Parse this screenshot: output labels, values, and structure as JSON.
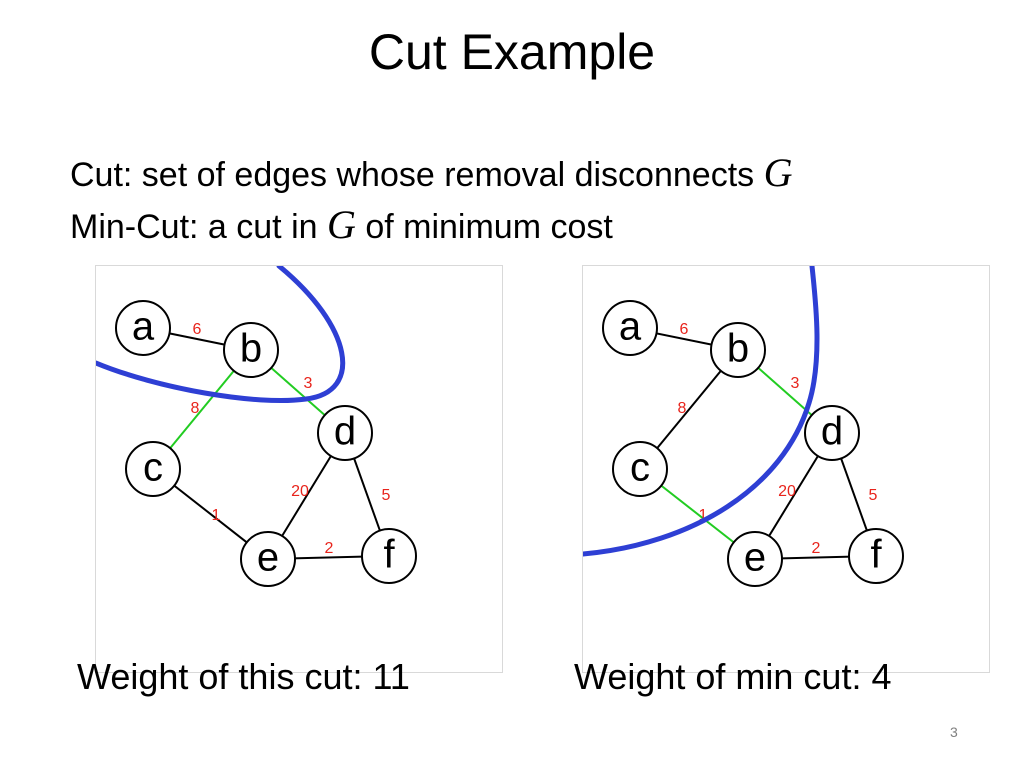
{
  "slide": {
    "title": "Cut Example",
    "bullet1": "Cut: set of edges whose removal disconnects ",
    "bullet2a": "Min-Cut: a cut in ",
    "bullet2b": " of minimum cost",
    "graph_symbol": "G",
    "slide_number": "3"
  },
  "colors": {
    "cut_curve": "#2e3fd4",
    "cut_edge": "#22cc22",
    "edge": "#000000",
    "weight_label": "#e8241c"
  },
  "graph": {
    "nodes": [
      "a",
      "b",
      "c",
      "d",
      "e",
      "f"
    ],
    "edges": [
      {
        "from": "a",
        "to": "b",
        "weight": "6"
      },
      {
        "from": "b",
        "to": "c",
        "weight": "8"
      },
      {
        "from": "b",
        "to": "d",
        "weight": "3"
      },
      {
        "from": "c",
        "to": "e",
        "weight": "1"
      },
      {
        "from": "d",
        "to": "e",
        "weight": "20"
      },
      {
        "from": "d",
        "to": "f",
        "weight": "5"
      },
      {
        "from": "e",
        "to": "f",
        "weight": "2"
      }
    ]
  },
  "panels": [
    {
      "caption": "Weight of this cut: 11",
      "cut_edges": [
        "b-c",
        "b-d"
      ]
    },
    {
      "caption": "Weight of min cut: 4",
      "cut_edges": [
        "b-d",
        "c-e"
      ]
    }
  ]
}
